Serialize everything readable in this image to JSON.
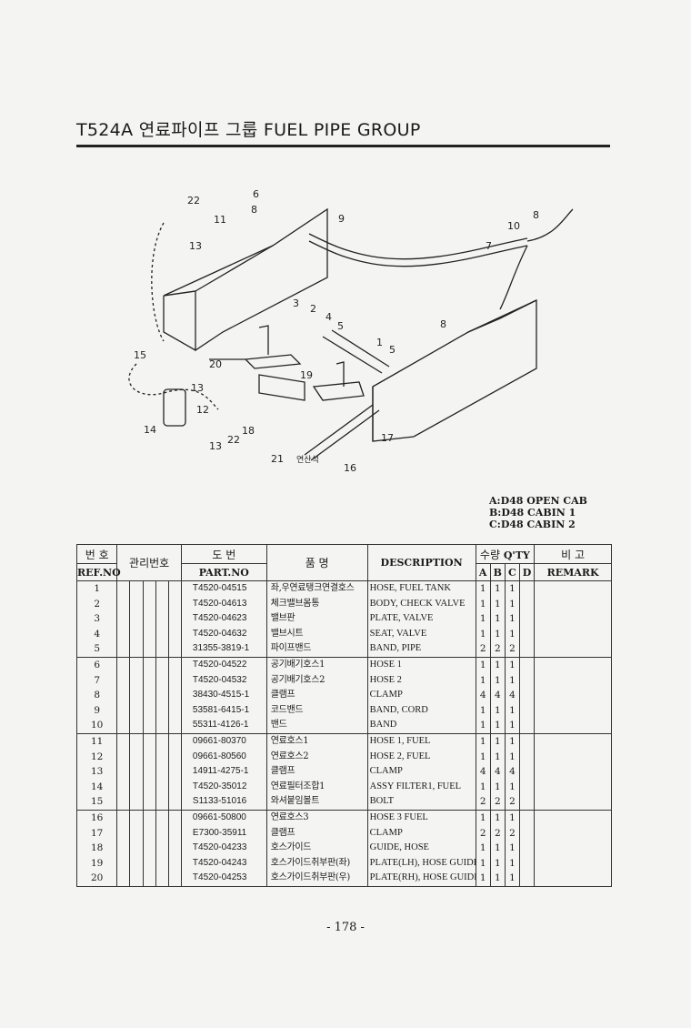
{
  "page": {
    "title": "T524A 연료파이프 그룹  FUEL PIPE GROUP",
    "page_number": "- 178 -"
  },
  "diagram": {
    "callouts": [
      "22",
      "11",
      "13",
      "6",
      "8",
      "9",
      "8",
      "10",
      "7",
      "3",
      "2",
      "4",
      "5",
      "8",
      "1",
      "5",
      "15",
      "20",
      "19",
      "13",
      "12",
      "14",
      "22",
      "13",
      "18",
      "17",
      "21",
      "16"
    ],
    "note_text": "연산석"
  },
  "legend": {
    "a": "A:D48 OPEN CAB",
    "b": "B:D48 CABIN 1",
    "c": "C:D48 CABIN 2"
  },
  "table": {
    "headers": {
      "ref_ko": "번 호",
      "ref_en": "REF.NO",
      "mgmt_ko": "관리번호",
      "part_ko": "도   번",
      "part_en": "PART.NO",
      "name_ko": "품    명",
      "desc_en": "DESCRIPTION",
      "qty_ko": "수량",
      "qty_en": "Q'TY",
      "qa": "A",
      "qb": "B",
      "qc": "C",
      "qd": "D",
      "remark_ko": "비   고",
      "remark_en": "REMARK"
    },
    "rows": [
      {
        "ref": "1",
        "part": "T4520-04515",
        "name": "좌,우연료탱크연결호스",
        "desc": "HOSE, FUEL TANK",
        "a": "1",
        "b": "1",
        "c": "1",
        "d": ""
      },
      {
        "ref": "2",
        "part": "T4520-04613",
        "name": "체크밸브몸통",
        "desc": "BODY, CHECK VALVE",
        "a": "1",
        "b": "1",
        "c": "1",
        "d": ""
      },
      {
        "ref": "3",
        "part": "T4520-04623",
        "name": "밸브판",
        "desc": "PLATE, VALVE",
        "a": "1",
        "b": "1",
        "c": "1",
        "d": ""
      },
      {
        "ref": "4",
        "part": "T4520-04632",
        "name": "밸브시트",
        "desc": "SEAT, VALVE",
        "a": "1",
        "b": "1",
        "c": "1",
        "d": ""
      },
      {
        "ref": "5",
        "part": "31355-3819-1",
        "name": "파이프밴드",
        "desc": "BAND, PIPE",
        "a": "2",
        "b": "2",
        "c": "2",
        "d": ""
      },
      {
        "ref": "6",
        "part": "T4520-04522",
        "name": "공기배기호스1",
        "desc": "HOSE 1",
        "a": "1",
        "b": "1",
        "c": "1",
        "d": ""
      },
      {
        "ref": "7",
        "part": "T4520-04532",
        "name": "공기배기호스2",
        "desc": "HOSE 2",
        "a": "1",
        "b": "1",
        "c": "1",
        "d": ""
      },
      {
        "ref": "8",
        "part": "38430-4515-1",
        "name": "클램프",
        "desc": "CLAMP",
        "a": "4",
        "b": "4",
        "c": "4",
        "d": ""
      },
      {
        "ref": "9",
        "part": "53581-6415-1",
        "name": "코드밴드",
        "desc": "BAND, CORD",
        "a": "1",
        "b": "1",
        "c": "1",
        "d": ""
      },
      {
        "ref": "10",
        "part": "55311-4126-1",
        "name": "밴드",
        "desc": "BAND",
        "a": "1",
        "b": "1",
        "c": "1",
        "d": ""
      },
      {
        "ref": "11",
        "part": "09661-80370",
        "name": "연료호스1",
        "desc": "HOSE 1, FUEL",
        "a": "1",
        "b": "1",
        "c": "1",
        "d": ""
      },
      {
        "ref": "12",
        "part": "09661-80560",
        "name": "연료호스2",
        "desc": "HOSE 2, FUEL",
        "a": "1",
        "b": "1",
        "c": "1",
        "d": ""
      },
      {
        "ref": "13",
        "part": "14911-4275-1",
        "name": "클램프",
        "desc": "CLAMP",
        "a": "4",
        "b": "4",
        "c": "4",
        "d": ""
      },
      {
        "ref": "14",
        "part": "T4520-35012",
        "name": "연료필터조합1",
        "desc": "ASSY FILTER1, FUEL",
        "a": "1",
        "b": "1",
        "c": "1",
        "d": ""
      },
      {
        "ref": "15",
        "part": "S1133-51016",
        "name": "와셔붙임볼트",
        "desc": "BOLT",
        "a": "2",
        "b": "2",
        "c": "2",
        "d": ""
      },
      {
        "ref": "16",
        "part": "09661-50800",
        "name": "연료호스3",
        "desc": "HOSE 3 FUEL",
        "a": "1",
        "b": "1",
        "c": "1",
        "d": ""
      },
      {
        "ref": "17",
        "part": "E7300-35911",
        "name": "클램프",
        "desc": "CLAMP",
        "a": "2",
        "b": "2",
        "c": "2",
        "d": ""
      },
      {
        "ref": "18",
        "part": "T4520-04233",
        "name": "호스가이드",
        "desc": "GUIDE, HOSE",
        "a": "1",
        "b": "1",
        "c": "1",
        "d": ""
      },
      {
        "ref": "19",
        "part": "T4520-04243",
        "name": "호스가이드취부판(좌)",
        "desc": "PLATE(LH), HOSE GUIDE",
        "a": "1",
        "b": "1",
        "c": "1",
        "d": ""
      },
      {
        "ref": "20",
        "part": "T4520-04253",
        "name": "호스가이드취부판(우)",
        "desc": "PLATE(RH), HOSE GUIDE",
        "a": "1",
        "b": "1",
        "c": "1",
        "d": ""
      }
    ]
  }
}
